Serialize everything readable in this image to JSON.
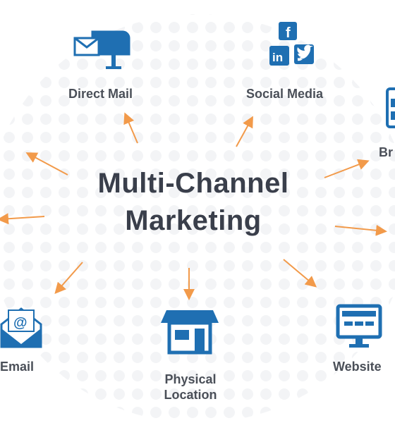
{
  "title": {
    "line1": "Multi-Channel",
    "line2": "Marketing"
  },
  "channels": [
    {
      "label": "Direct Mail",
      "icon": "mailbox-icon"
    },
    {
      "label": "Social Media",
      "icon": "social-media-icon"
    },
    {
      "label": "Br",
      "icon": "brand-icon"
    },
    {
      "label": "Website",
      "icon": "website-icon"
    },
    {
      "label_line1": "Physical",
      "label_line2": "Location",
      "icon": "store-icon"
    },
    {
      "label": "Email",
      "icon": "email-icon"
    }
  ],
  "colors": {
    "icon": "#1f6fb2",
    "arrow": "#f29a4a",
    "text": "#3a3f4b",
    "label": "#4a4f58"
  }
}
